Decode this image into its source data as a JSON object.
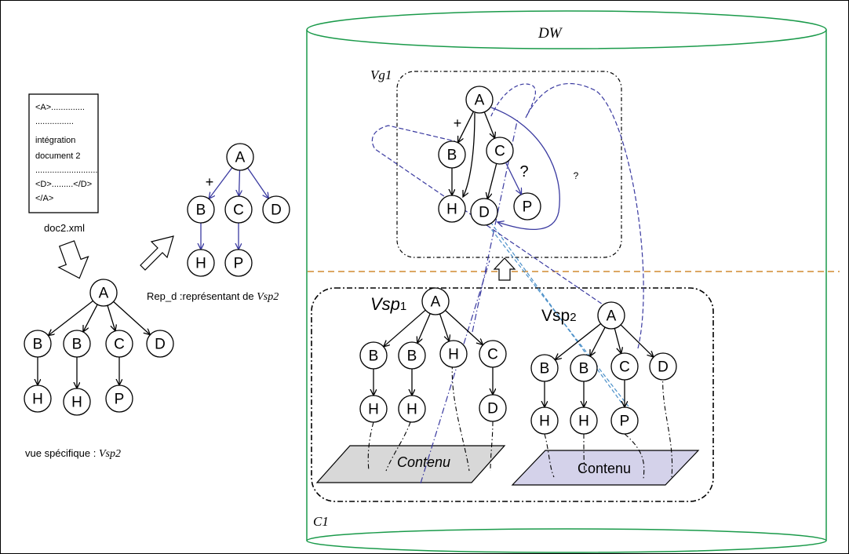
{
  "diagram": {
    "dw_label": "DW",
    "c1_label": "C1",
    "vg1_label": "Vg1",
    "vsp1_label_main": "Vsp",
    "vsp1_label_sub": "1",
    "vsp2_label_main": "Vsp",
    "vsp2_label_sub": "2",
    "contenu_left": "Contenu",
    "contenu_right": "Contenu",
    "question_mark_1": "?",
    "question_mark_2": "?",
    "plus_sign": "+",
    "doc": {
      "lines": [
        "<A>..............",
        "................",
        "intégration",
        "document  2",
        "..........................",
        "<D>.........</D>",
        "</A>"
      ],
      "caption": "doc2.xml"
    },
    "rep_caption_prefix": "Rep_d :représentant de ",
    "rep_caption_italic": "Vsp2",
    "vue_caption_prefix": "vue spécifique : ",
    "vue_caption_italic": "Vsp2",
    "nodes": {
      "A": "A",
      "B": "B",
      "C": "C",
      "D": "D",
      "H": "H",
      "P": "P"
    },
    "colors": {
      "dw_green": "#1a9a4a",
      "blue_arrow": "#3a3aa0",
      "orange_divider": "#d08a30",
      "contenu_left_fill": "#d8d8d8",
      "contenu_right_fill": "#d4d2ea"
    }
  }
}
